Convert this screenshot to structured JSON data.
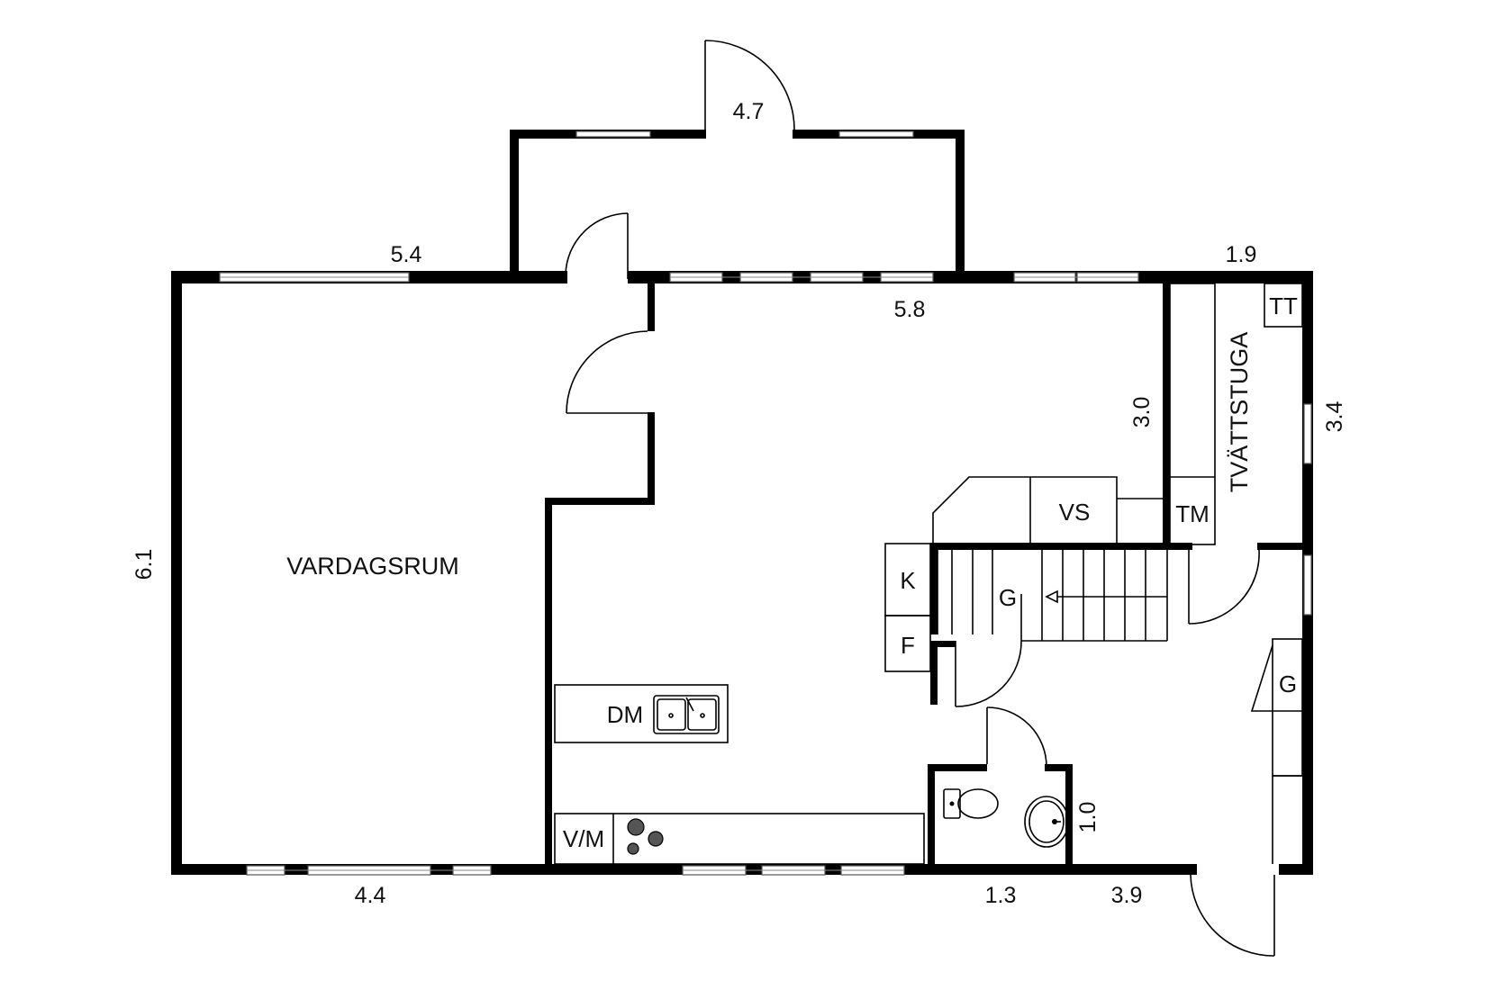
{
  "rooms": {
    "living": "VARDAGSRUM",
    "laundry": "TVÄTTSTUGA"
  },
  "fixtures": {
    "dishwasher": "DM",
    "fridge_freezer_wm": "V/M",
    "vs": "VS",
    "tm": "TM",
    "tt": "TT",
    "k": "K",
    "f": "F",
    "g_stair": "G",
    "g_hall": "G"
  },
  "dimensions": {
    "porch_width": "4.7",
    "living_top": "5.4",
    "living_height": "6.1",
    "living_bottom": "4.4",
    "kitchen_top": "5.8",
    "laundry_width": "1.9",
    "laundry_height_inner": "3.0",
    "laundry_height_outer": "3.4",
    "wc_height": "1.0",
    "wc_width": "1.3",
    "hall_width": "3.9"
  },
  "colors": {
    "wall": "#000000",
    "line": "#000000",
    "window_frame": "#555555",
    "stove_plate": "#555555"
  }
}
